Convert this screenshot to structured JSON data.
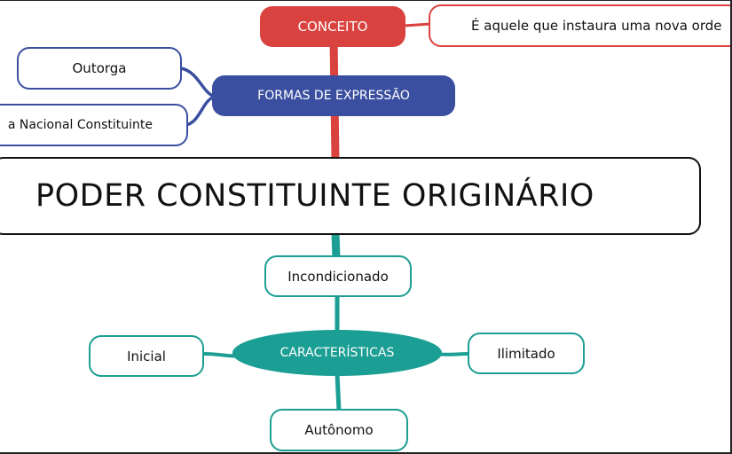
{
  "main": {
    "title": "PODER CONSTITUINTE ORIGINÁRIO"
  },
  "conceito": {
    "label": "CONCEITO",
    "description": "É aquele que instaura uma nova orde",
    "color": "#d9423f"
  },
  "formas": {
    "label": "FORMAS DE EXPRESSÃO",
    "items": [
      "Outorga",
      "a Nacional Constituinte"
    ],
    "color": "#3b4fa0"
  },
  "caracteristicas": {
    "label": "CARACTERÍSTICAS",
    "items": [
      "Incondicionado",
      "Inicial",
      "Ilimitado",
      "Autônomo"
    ],
    "color": "#1b9e94"
  }
}
